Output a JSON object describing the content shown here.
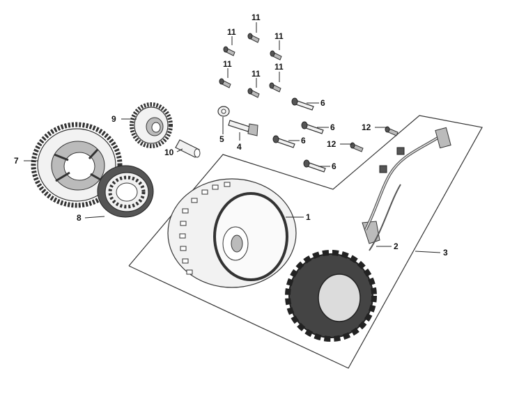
{
  "callouts": [
    {
      "id": "c1",
      "text": "1"
    },
    {
      "id": "c2",
      "text": "2"
    },
    {
      "id": "c3",
      "text": "3"
    },
    {
      "id": "c4",
      "text": "4"
    },
    {
      "id": "c5",
      "text": "5"
    },
    {
      "id": "c6a",
      "text": "6"
    },
    {
      "id": "c6b",
      "text": "6"
    },
    {
      "id": "c6c",
      "text": "6"
    },
    {
      "id": "c6d",
      "text": "6"
    },
    {
      "id": "c7",
      "text": "7"
    },
    {
      "id": "c8",
      "text": "8"
    },
    {
      "id": "c9",
      "text": "9"
    },
    {
      "id": "c10",
      "text": "10"
    },
    {
      "id": "c11a",
      "text": "11"
    },
    {
      "id": "c11b",
      "text": "11"
    },
    {
      "id": "c11c",
      "text": "11"
    },
    {
      "id": "c11d",
      "text": "11"
    },
    {
      "id": "c11e",
      "text": "11"
    },
    {
      "id": "c11f",
      "text": "11"
    },
    {
      "id": "c12a",
      "text": "12"
    },
    {
      "id": "c12b",
      "text": "12"
    }
  ]
}
